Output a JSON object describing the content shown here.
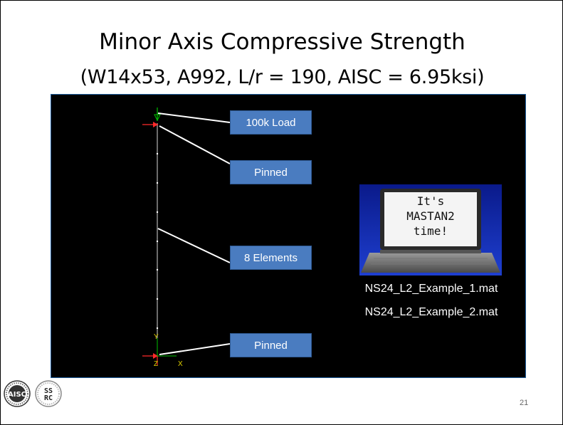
{
  "slide": {
    "title": "Minor Axis Compressive Strength",
    "subtitle": "(W14x53, A992, L/r = 190, AISC = 6.95ksi)",
    "page_number": "21"
  },
  "model": {
    "callouts": [
      "100k Load",
      "Pinned",
      "8 Elements",
      "Pinned"
    ],
    "axis_labels": {
      "y": "Y",
      "z": "Z",
      "x": "X"
    }
  },
  "laptop_screen": {
    "line1": "It's",
    "line2": "MASTAN2",
    "line3": "time!"
  },
  "files": [
    "NS24_L2_Example_1.mat",
    "NS24_L2_Example_2.mat"
  ],
  "logos": {
    "left": "AISC",
    "right_line1": "SS",
    "right_line2": "RC"
  },
  "colors": {
    "canvas_bg": "#000000",
    "callout_bg": "#4a7cc0",
    "support_red": "#ff2a2a",
    "load_green": "#00c000",
    "axis_yellow": "#e0d000"
  }
}
